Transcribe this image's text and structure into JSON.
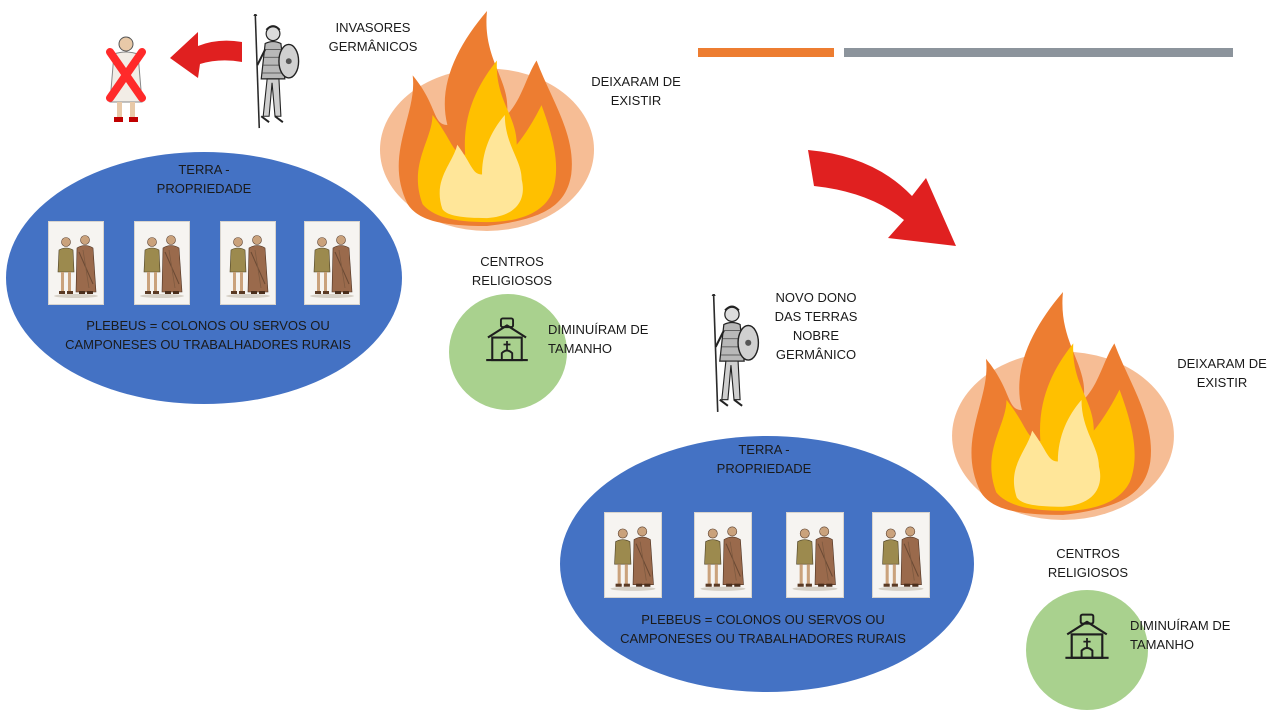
{
  "palette": {
    "ellipse_blue": "#4472c4",
    "circle_green": "#a9d18e",
    "arrow_red": "#e02020",
    "accent_orange": "#ed7d31",
    "accent_gray": "#8c949c",
    "fire_glow": "#f4b183"
  },
  "icons": [
    "crossed-out-roman-citizen-icon",
    "germanic-warrior-icon",
    "fire-icon",
    "church-icon",
    "peasant-couple-icon",
    "curved-arrow-icon"
  ],
  "scene_before": {
    "invaders_label": [
      "INVASORES",
      "GERMÂNICOS"
    ],
    "land_title": [
      "TERRA -",
      "PROPRIEDADE"
    ],
    "plebeus_text": [
      "PLEBEUS = COLONOS OU SERVOS OU",
      "CAMPONESES OU TRABALHADORES RURAIS"
    ],
    "fire_label": [
      "DEIXARAM DE",
      "EXISTIR"
    ],
    "religious_label": [
      "CENTROS",
      "RELIGIOSOS"
    ],
    "diminished_label": [
      "DIMINUÍRAM DE",
      "TAMANHO"
    ]
  },
  "scene_after": {
    "new_owner_label": [
      "NOVO DONO",
      "DAS TERRAS",
      "NOBRE",
      "GERMÂNICO"
    ],
    "land_title": [
      "TERRA -",
      "PROPRIEDADE"
    ],
    "plebeus_text": [
      "PLEBEUS = COLONOS OU SERVOS OU",
      "CAMPONESES OU TRABALHADORES RURAIS"
    ],
    "fire_label": [
      "DEIXARAM DE",
      "EXISTIR"
    ],
    "religious_label": [
      "CENTROS",
      "RELIGIOSOS"
    ],
    "diminished_label": [
      "DIMINUÍRAM DE",
      "TAMANHO"
    ]
  }
}
